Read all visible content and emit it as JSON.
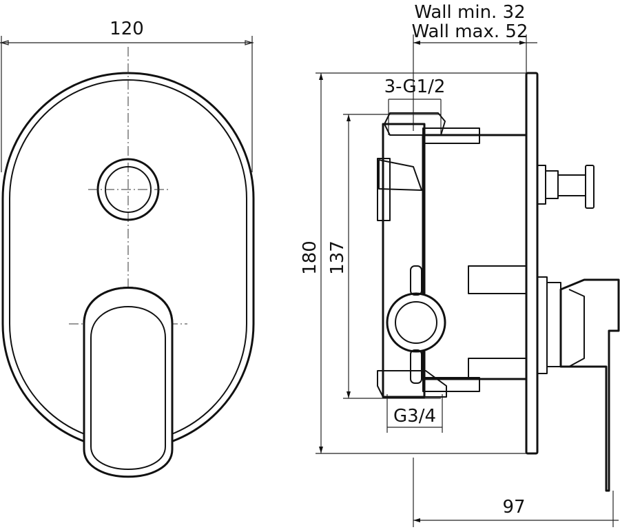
{
  "dimensions": {
    "plate_width": "120",
    "wall_min": "Wall min. 32",
    "wall_max": "Wall max. 52",
    "outlet_thread": "3-G1/2",
    "inlet_thread": "G3/4",
    "plate_height": "180",
    "body_height": "137",
    "depth": "97"
  },
  "colors": {
    "line": "#111111",
    "background": "#ffffff"
  }
}
